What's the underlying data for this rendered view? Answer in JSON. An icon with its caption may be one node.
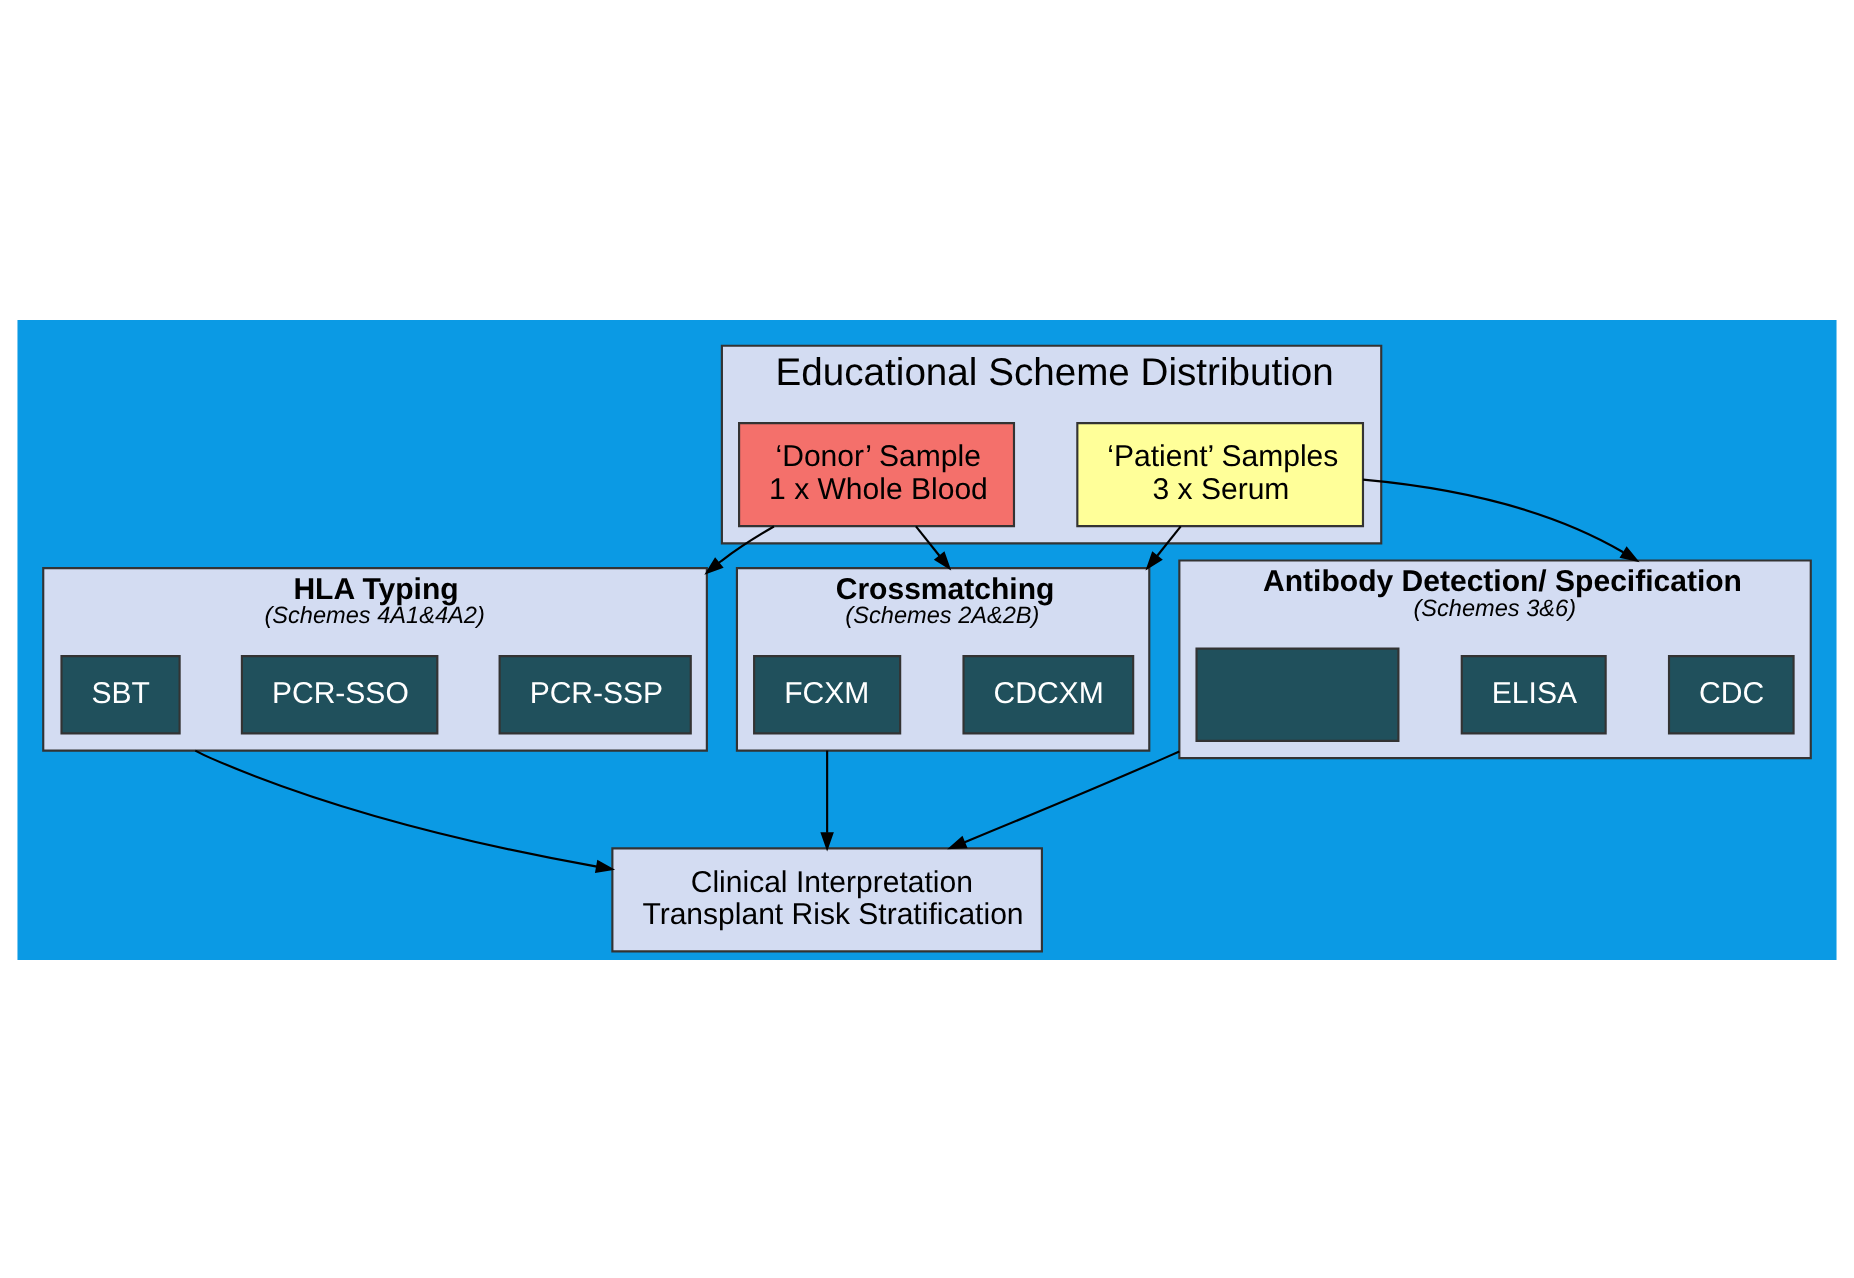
{
  "diagram": {
    "nodes": [
      {
        "text": [
          "Educational Scheme Distribution"
        ]
      },
      {
        "text": [
          "‘Donor’ Sample",
          "1 x Whole Blood"
        ],
        "in": 0
      },
      {
        "text": [
          "‘Patient’ Samples",
          "3 x Serum"
        ],
        "in": 0
      },
      {
        "text": [
          "HLA Typing",
          "(Schemes 4A1&4A2)"
        ]
      },
      {
        "text": [
          "PCR-SSP"
        ],
        "in": 3
      },
      {
        "text": [
          "PCR-SSO"
        ],
        "in": 3
      },
      {
        "text": [
          "SBT"
        ],
        "in": 3
      },
      {
        "text": [
          "Crossmatching",
          "(Schemes 2A&2B)"
        ]
      },
      {
        "text": [
          "CDCXM"
        ],
        "in": 7
      },
      {
        "text": [
          "FCXM"
        ],
        "in": 7
      },
      {
        "text": [
          "Antibody Detection/ Specification",
          "(Schemes 3&6)"
        ]
      },
      {
        "text": [
          "CDC"
        ],
        "in": 10
      },
      {
        "text": [
          "ELISA"
        ],
        "in": 10
      },
      {
        "text": [],
        "shape": "box",
        "in": 10
      },
      {
        "text": [
          "Clinical Interpretation",
          "Transplant Risk Stratification"
        ]
      }
    ],
    "edges": [
      {
        "from": 1,
        "to": 3,
        "arrow": "to"
      },
      {
        "from": 1,
        "to": 7,
        "arrow": "to"
      },
      {
        "from": 2,
        "to": 7,
        "arrow": "to"
      },
      {
        "from": 2,
        "to": 10,
        "arrow": "to"
      },
      {
        "from": 3,
        "to": 14,
        "arrow": "to"
      },
      {
        "from": 7,
        "to": 14,
        "arrow": "to"
      },
      {
        "from": 10,
        "to": 14,
        "arrow": "to"
      }
    ]
  }
}
